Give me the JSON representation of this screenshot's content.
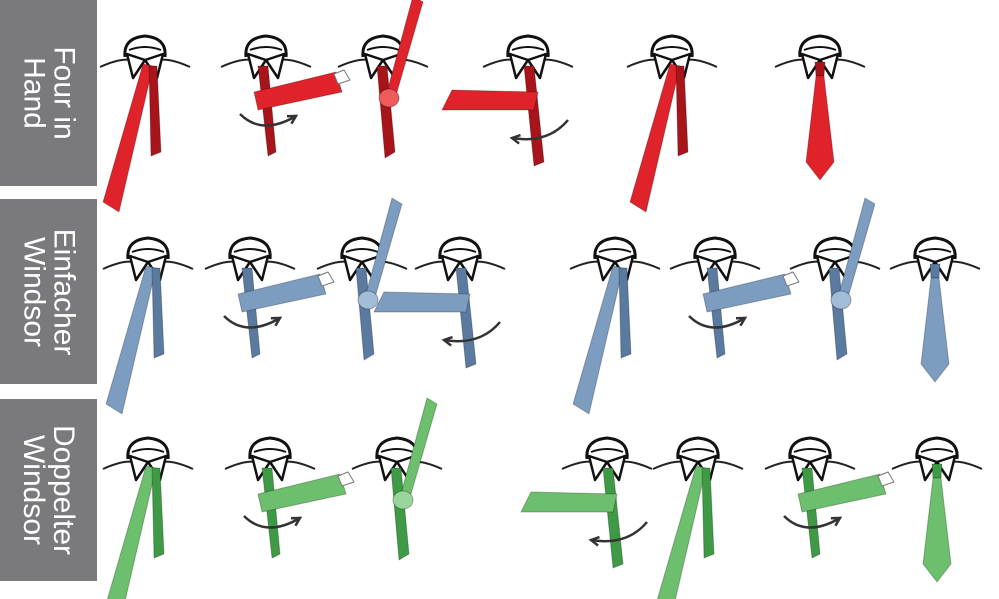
{
  "rows": [
    {
      "label": "Four in\nHand",
      "color": "#e0222a",
      "dark": "#a7141a",
      "light": "#ef5a5a",
      "steps": 6
    },
    {
      "label": "Einfacher\nWindsor",
      "color": "#7c9cc0",
      "dark": "#5b7aa0",
      "light": "#a3bcd8",
      "steps": 8
    },
    {
      "label": "Doppelter\nWindsor",
      "color": "#6cbf6c",
      "dark": "#3f9a45",
      "light": "#9ad69a",
      "steps": 7
    }
  ]
}
